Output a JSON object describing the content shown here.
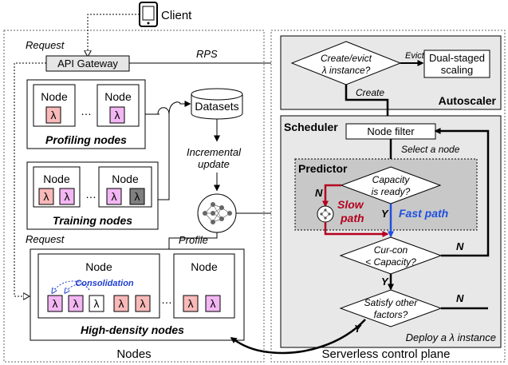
{
  "client": {
    "label": "Client"
  },
  "left_panel": {
    "caption": "Nodes",
    "request_top": "Request",
    "request_side": "Request",
    "rps": "RPS",
    "api_gateway": "API Gateway",
    "datasets": "Datasets",
    "incremental_update": [
      "Incremental",
      "update"
    ],
    "profile": "Profile",
    "profiling": {
      "title": "Profiling nodes",
      "node_label": "Node",
      "ellipsis": "…",
      "lambdas": [
        "λ",
        "λ"
      ]
    },
    "training": {
      "title": "Training nodes",
      "node_label": "Node",
      "ellipsis": "…",
      "lambdas": [
        "λ",
        "λ",
        "λ",
        "λ"
      ]
    },
    "high_density": {
      "title": "High-density nodes",
      "node_label": "Node",
      "ellipsis": "…",
      "consolidation": "Consolidation",
      "lambdas_a": [
        "λ",
        "λ",
        "λ",
        "λ",
        "λ"
      ],
      "lambdas_b": [
        "λ",
        "λ"
      ]
    }
  },
  "right_panel": {
    "caption": "Serverless control plane",
    "autoscaler": {
      "title": "Autoscaler",
      "decision": [
        "Create/evict",
        "λ instance?"
      ],
      "evict": "Evict",
      "create": "Create",
      "scaling": [
        "Dual-staged",
        "scaling"
      ]
    },
    "scheduler": {
      "title": "Scheduler",
      "node_filter": "Node filter",
      "select_node": "Select a node",
      "predictor": "Predictor",
      "capacity_ready": [
        "Capacity",
        "is ready?"
      ],
      "n": "N",
      "y": "Y",
      "slow_path": [
        "Slow",
        "path"
      ],
      "fast_path": "Fast path",
      "curcon": [
        "Cur-con",
        "< Capacity?"
      ],
      "other_factors": [
        "Satisfy other",
        "factors?"
      ],
      "deploy": "Deploy a λ instance"
    }
  },
  "colors": {
    "lambda_pink": "#f8b9b9",
    "lambda_magenta": "#f2b6f2",
    "lambda_gray": "#7f7f7f",
    "slow_path": "#b4001e",
    "fast_path": "#1f4fe0",
    "consolidation": "#1f3fd0",
    "panel_gray": "#e8e8e8",
    "predictor_gray": "#c8c8c8"
  }
}
